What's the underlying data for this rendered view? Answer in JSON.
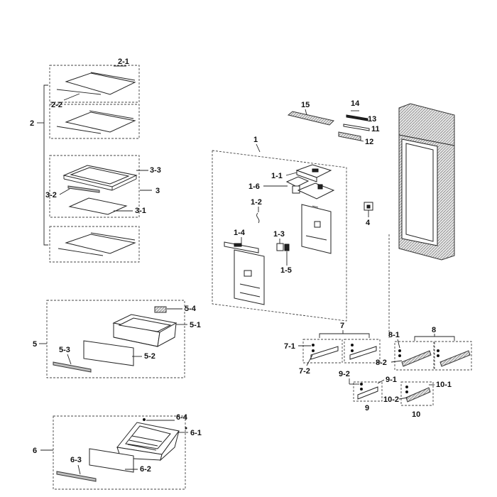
{
  "labels": {
    "l1": "1",
    "l1_1": "1-1",
    "l1_2": "1-2",
    "l1_3": "1-3",
    "l1_4": "1-4",
    "l1_5": "1-5",
    "l1_6": "1-6",
    "l2": "2",
    "l2_1": "2-1",
    "l2_2": "2-2",
    "l3": "3",
    "l3_1": "3-1",
    "l3_2": "3-2",
    "l3_3": "3-3",
    "l4": "4",
    "l5": "5",
    "l5_1": "5-1",
    "l5_2": "5-2",
    "l5_3": "5-3",
    "l5_4": "5-4",
    "l6": "6",
    "l6_1": "6-1",
    "l6_2": "6-2",
    "l6_3": "6-3",
    "l6_4": "6-4",
    "l7": "7",
    "l7_1": "7-1",
    "l7_2": "7-2",
    "l8": "8",
    "l8_1": "8-1",
    "l8_2": "8-2",
    "l9": "9",
    "l9_1": "9-1",
    "l9_2": "9-2",
    "l10": "10",
    "l10_1": "10-1",
    "l10_2": "10-2",
    "l11": "11",
    "l12": "12",
    "l13": "13",
    "l14": "14",
    "l15": "15"
  }
}
